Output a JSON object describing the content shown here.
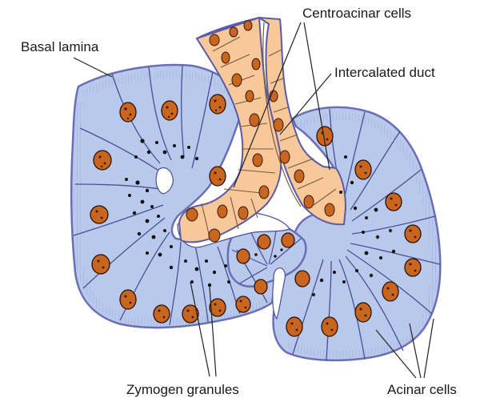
{
  "labels": {
    "basal_lamina": "Basal lamina",
    "centroacinar_cells": "Centroacinar cells",
    "intercalated_duct": "Intercalated duct",
    "zymogen_granules": "Zymogen granules",
    "acinar_cells": "Acinar cells"
  },
  "colors": {
    "acinar_fill": "#b9c9ec",
    "acinar_outline": "#6a6fb5",
    "duct_fill": "#f7c99a",
    "nucleus_fill": "#c8661f",
    "nucleus_spot": "#3a1608",
    "line": "#222222",
    "granule": "#111111"
  }
}
